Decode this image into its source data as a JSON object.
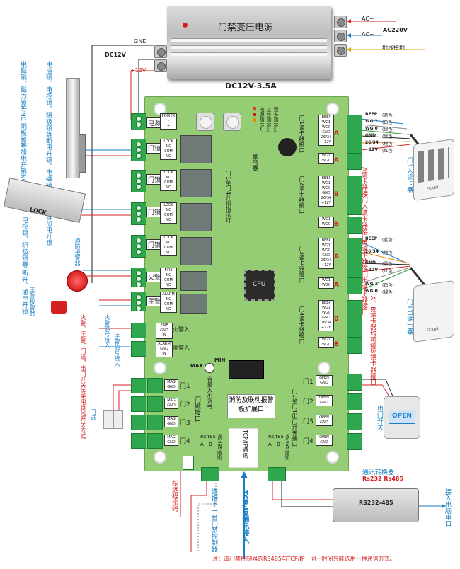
{
  "psu": {
    "title": "门禁变压电源",
    "model": "DC12V-3.5A",
    "gnd": "GND",
    "dc12v": "DC12V",
    "plus12v": "+12V",
    "ac1": "AC~",
    "ac2": "AC~",
    "ac220": "AC220V",
    "ground": "地线接地"
  },
  "left": {
    "lock_label_vertical": "电插锁、电控锁、阴极锁等断电开锁。电磁锁、磁力锁等加电开锁",
    "lock_contact_vertical": "电磁锁、磁力锁等NC 阴极锁等加电开锁NO",
    "bolt_caption": "LOCK",
    "bolt_vertical": "电控锁、阴极锁等 断开、通电开锁",
    "alarm_vertical": "消防报警器",
    "alarm2_vertical": "匪警报警器",
    "fire_input_vertical": "火警信号接入",
    "panic_input_vertical": "匪警信号接入",
    "fire_panic_vertical": "火警、匪警、门磁、出门开关等采用跳线开关方式",
    "door_sensor": "门磁",
    "push_caption": "按远程密码",
    "next_ctrl": "连接下一台门禁控制器"
  },
  "board": {
    "left_terminals": [
      "电源",
      "门锁1",
      "门锁2",
      "门锁3",
      "门锁4",
      "火警出",
      "匪警出"
    ],
    "left_lower": [
      "火警入",
      "匪警入"
    ],
    "door_inputs": [
      "门1",
      "门2",
      "门3",
      "门4"
    ],
    "door_inputs_note": "门磁接口",
    "power_labels": [
      "POWER",
      "-",
      "+"
    ],
    "lock_labels": [
      "LOCK",
      "NC",
      "COM",
      "NO"
    ],
    "fire_labels": [
      "FIRE",
      "NC",
      "COM",
      "NO"
    ],
    "alarm_labels": [
      "ALARM",
      "NC",
      "COM",
      "NO"
    ],
    "fire_in_labels": [
      "FIRE",
      "GND",
      "IN"
    ],
    "alarm_in_labels": [
      "ALARM",
      "GND",
      "IN"
    ],
    "mag_labels": [
      "MAG",
      "GND"
    ],
    "status_leds": [
      "电源指示灯",
      "工作指示灯",
      "读卡指示灯"
    ],
    "buzzer": "蜂鸣器",
    "relay_leds": "门1至门4开锁指示灯",
    "cpu": "CPU",
    "pot_max": "MAX",
    "pot_min": "MIN",
    "pot_note": "音量大小调节",
    "ext_port": "消防及联动报警板扩展口",
    "rs485_left": "Rs485",
    "rs485_right": "Rs485",
    "ab_left": [
      "A",
      "B"
    ],
    "ab_right": [
      "A",
      "B"
    ],
    "tcp": "TCP/IP通讯",
    "rs485_note_left": "RS485通讯",
    "rs485_note_right": "RS485通讯",
    "readers": [
      {
        "side": "A",
        "note": "门1读卡器接口"
      },
      {
        "side": "B",
        "note": "门2读卡器接口"
      },
      {
        "side": "A",
        "note": "门3读卡器接口"
      },
      {
        "side": "B",
        "note": "门4读卡器接口"
      }
    ],
    "reader_pins": [
      "BEEP",
      "WG1",
      "WG0",
      "GND",
      "26/34",
      "+12V"
    ],
    "reader_side_note1": "A读卡器接门入读卡器接口",
    "reader_side_note2": "B读卡器接门出读卡器接口",
    "reader_side_note3": "A、B读卡器均可接B读卡器接口",
    "exit_labels": [
      "OPEN",
      "GND"
    ],
    "exit_note": "门1至门4出门开关接口",
    "door_exit": [
      "门1",
      "门2",
      "门3",
      "门4"
    ]
  },
  "right": {
    "wire_top": [
      {
        "name": "BEEP",
        "color": "(蓝色)"
      },
      {
        "name": "WG 1",
        "color": "(白色)"
      },
      {
        "name": "WG 0",
        "color": "(绿色)"
      },
      {
        "name": "GND",
        "color": "(黑色)"
      },
      {
        "name": "26/34",
        "color": "(橙色)"
      },
      {
        "name": "+12V",
        "color": "(红色)"
      }
    ],
    "wire_bottom": [
      {
        "name": "BEEP",
        "color": "(蓝色)"
      },
      {
        "name": "26/34",
        "color": "(橙色)"
      },
      {
        "name": "GND",
        "color": "(黑色)"
      },
      {
        "name": "+12V",
        "color": "(红色)"
      },
      {
        "name": "WG 1",
        "color": "(白色)"
      },
      {
        "name": "WG 0",
        "color": "(绿色)"
      }
    ],
    "reader_in": "门1入读卡器",
    "reader_out": "门1出读卡器",
    "reader_brand": "FCARB",
    "open_button": "OPEN",
    "exit_switch": "出门开关",
    "converter_title": "通讯转换器",
    "converter_sub": "Rs232 Rs485",
    "converter_box": "RS232-485",
    "pc_port": "接入电脑串口",
    "tcp_in": "TCP/IP通讯接入"
  },
  "footer": "注：该门禁控制器的RS485与TCP/IP，同一时间只能选用一种通信方式。",
  "colors": {
    "board": "#94cd74",
    "connector": "#2ea74f",
    "blue": "#1a7fc4",
    "red": "#d42020"
  }
}
